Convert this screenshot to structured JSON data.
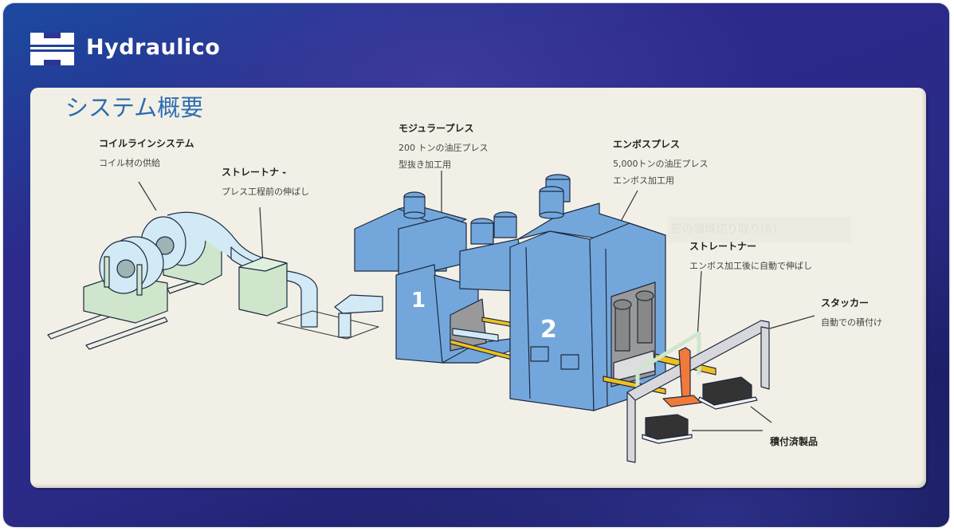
{
  "brand": {
    "name": "Hydraulico",
    "logo_icon": "hydraulico-h-logo-icon"
  },
  "slide": {
    "title": "システム概要"
  },
  "overlay": {
    "ghost_text": "形の領域切り取り(R)"
  },
  "labels": {
    "coil_line": {
      "heading": "コイルラインシステム",
      "desc": [
        "コイル材の供給"
      ]
    },
    "straightener1": {
      "heading": "ストレートナ -",
      "desc": [
        "プレス工程前の伸ばし"
      ]
    },
    "modular_press": {
      "heading": "モジュラープレス",
      "desc": [
        "200 トンの油圧プレス",
        "型抜き加工用"
      ]
    },
    "emboss_press": {
      "heading": "エンボスプレス",
      "desc": [
        "5,000トンの油圧プレス",
        "エンボス加工用"
      ]
    },
    "straightener2": {
      "heading": "ストレートナー",
      "desc": [
        "エンボス加工後に自動で伸ばし"
      ]
    },
    "stacker": {
      "heading": "スタッカー",
      "desc": [
        "自動での積付け"
      ]
    },
    "stacked_products": {
      "heading": "積付済製品"
    }
  },
  "press_numbers": {
    "press1": "1",
    "press2": "2"
  },
  "colors": {
    "machine_blue": "#73a7dc",
    "coil_light_blue": "#d2eaf5",
    "base_green": "#cfe6cc",
    "rail_yellow": "#f0c020",
    "arm_orange": "#f07a3a",
    "stacker_gray": "#d8d8dc",
    "title_blue": "#2d6db3",
    "panel_bg": "#f2f0e6"
  }
}
